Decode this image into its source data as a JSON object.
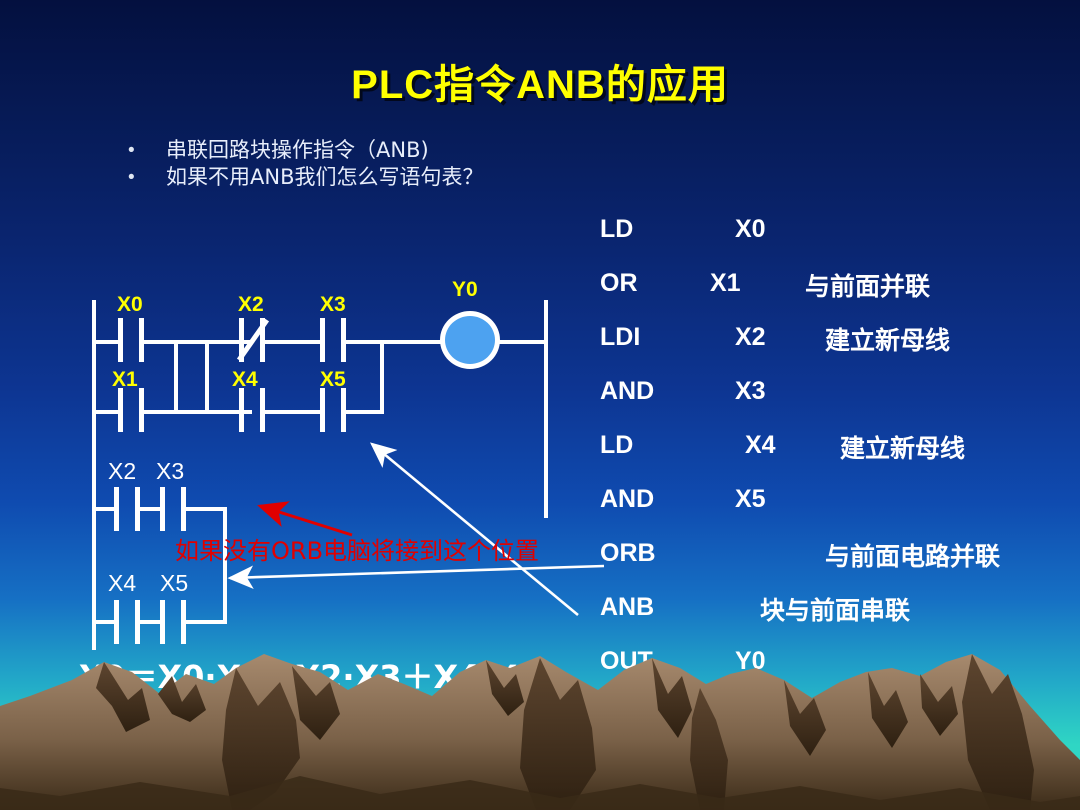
{
  "slide": {
    "title": "PLC指令ANB的应用",
    "bullet_marker": "•",
    "bullets": [
      "串联回路块操作指令（ANB)",
      "如果不用ANB我们怎么写语句表？"
    ],
    "equation": "Y0＝X0·X1＋X2·X3＋X4·X5",
    "red_annotation": "如果没有ORB电脑将接到这个位置",
    "colors": {
      "title": "#ffff00",
      "body_text": "#ffffff",
      "annotation_red": "#e00000",
      "ladder_wire": "#ffffff",
      "coil_fill": "#4da2f0",
      "contact_label_top": "#ffff00",
      "contact_label_bottom": "#ffffff",
      "background_top": "#04103f",
      "background_bottom": "#2fe0c0"
    }
  },
  "instructions": [
    {
      "op": "LD",
      "arg": "X0",
      "note": ""
    },
    {
      "op": "OR",
      "arg": "X1",
      "note": "与前面并联"
    },
    {
      "op": "LDI",
      "arg": "X2",
      "note": "建立新母线"
    },
    {
      "op": "AND",
      "arg": "X3",
      "note": ""
    },
    {
      "op": "LD",
      "arg": "X4",
      "note": "建立新母线"
    },
    {
      "op": "AND",
      "arg": "X5",
      "note": ""
    },
    {
      "op": "ORB",
      "arg": "",
      "note": "与前面电路并联"
    },
    {
      "op": "ANB",
      "arg": "",
      "note": "块与前面串联"
    },
    {
      "op": "OUT",
      "arg": "Y0",
      "note": ""
    }
  ],
  "ladder": {
    "branch_upper": {
      "rung1": [
        {
          "label": "X0",
          "type": "normally-open"
        },
        {
          "label": "X2",
          "type": "normally-closed"
        },
        {
          "label": "X3",
          "type": "normally-open"
        }
      ],
      "rung2": [
        {
          "label": "X1",
          "type": "normally-open"
        },
        {
          "label": "X4",
          "type": "normally-open"
        },
        {
          "label": "X5",
          "type": "normally-open"
        }
      ],
      "output_coil": "Y0"
    },
    "branch_lower": {
      "rung1": [
        {
          "label": "X2",
          "type": "normally-open"
        },
        {
          "label": "X3",
          "type": "normally-open"
        }
      ],
      "rung2": [
        {
          "label": "X4",
          "type": "normally-open"
        },
        {
          "label": "X5",
          "type": "normally-open"
        }
      ]
    }
  }
}
